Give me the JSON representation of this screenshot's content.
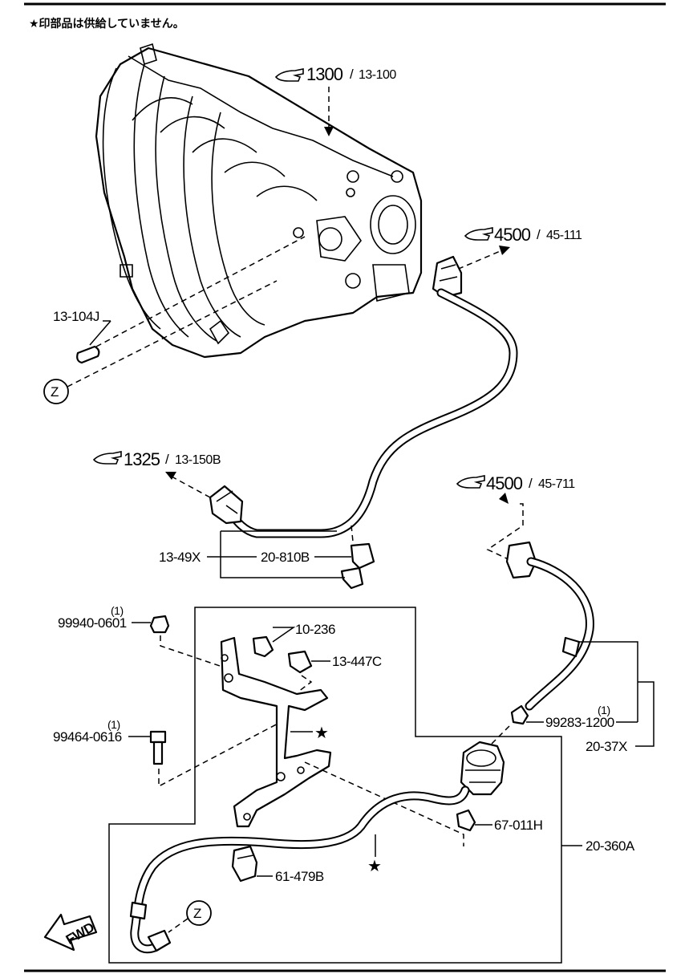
{
  "note": "★印部品は供給していません。",
  "refs": {
    "r1300": {
      "main": "1300",
      "sub": "13-100"
    },
    "r4500a": {
      "main": "4500",
      "sub": "45-111"
    },
    "r1325": {
      "main": "1325",
      "sub": "13-150B"
    },
    "r4500b": {
      "main": "4500",
      "sub": "45-711"
    }
  },
  "labels": {
    "p13104J": "13-104J",
    "z_top": "Z",
    "z_bottom": "Z",
    "p1349X": "13-49X",
    "p20810B": "20-810B",
    "p99940": "99940-0601",
    "p99940_qty": "(1)",
    "p10236": "10-236",
    "p13447C": "13-447C",
    "p99464": "99464-0616",
    "p99464_qty": "(1)",
    "p99283": "99283-1200",
    "p99283_qty": "(1)",
    "p2037X": "20-37X",
    "p67011H": "67-011H",
    "p20360A": "20-360A",
    "p61479B": "61-479B",
    "fwd": "FWD"
  }
}
